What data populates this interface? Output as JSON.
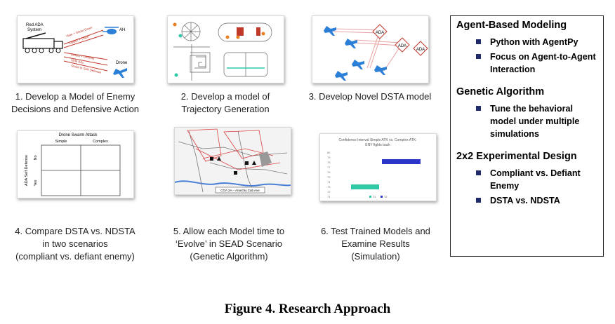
{
  "steps": [
    {
      "caption_lines": [
        "1. Develop a Model of Enemy",
        "Decisions and Defensive Action"
      ]
    },
    {
      "caption_lines": [
        "2. Develop a model of",
        "Trajectory Generation"
      ]
    },
    {
      "caption_lines": [
        "3. Develop Novel DSTA model"
      ]
    },
    {
      "caption_lines": [
        "4. Compare DSTA vs. NDSTA",
        "in two scenarios",
        "(compliant vs. defiant enemy)"
      ]
    },
    {
      "caption_lines": [
        "5. Allow each Model time to",
        "‘Evolve’ in SEAD Scenario",
        "(Genetic Algorithm)"
      ]
    },
    {
      "caption_lines": [
        "6. Test Trained Models and",
        "Examine Results",
        "(Simulation)"
      ]
    }
  ],
  "thumb1": {
    "system_label_1": "Red ADA",
    "system_label_2": "System",
    "ah_label": "AH",
    "drone_label": "Drone",
    "arrow_labels": [
      "Hide + Shoot Down",
      "Detect + Track",
      "Detect + Destroy",
      "Hide Ads",
      "Shoot in Self-Defense"
    ]
  },
  "thumb3": {
    "ada_labels": [
      "ADA",
      "ADA",
      "ADA"
    ]
  },
  "thumb4": {
    "title": "Drone Swarm Attack",
    "col_labels": [
      "Simple",
      "Complex"
    ],
    "row_axis_label": "ADA Self Defense",
    "row_labels": [
      "No",
      "Yes"
    ]
  },
  "thumb5": {
    "map_label": "COA 2A – Anarchy Cab Ave"
  },
  "thumb6": {
    "title_line1": "Confidence Interval Simple ATK vs. Complex ATK:",
    "title_line2": "ENY fights back",
    "y_ticks": [
      "80",
      "79",
      "78",
      "77",
      "76",
      "75",
      "74",
      "73",
      "72",
      "71"
    ],
    "legend": [
      "T1",
      "T2"
    ],
    "colors": {
      "upper": "#2b35c9",
      "lower": "#2fc9a8"
    }
  },
  "sidebox": {
    "sections": [
      {
        "heading": "Agent-Based Modeling",
        "items": [
          "Python with AgentPy",
          "Focus on Agent-to-Agent Interaction"
        ]
      },
      {
        "heading": "Genetic Algorithm",
        "items": [
          "Tune the behavioral model under multiple simulations"
        ]
      },
      {
        "heading": "2x2 Experimental Design",
        "items": [
          "Compliant vs. Defiant Enemy",
          "DSTA vs. NDSTA"
        ]
      }
    ],
    "bullet_color": "#1f2a6b"
  },
  "figure_title": "Figure 4. Research Approach"
}
